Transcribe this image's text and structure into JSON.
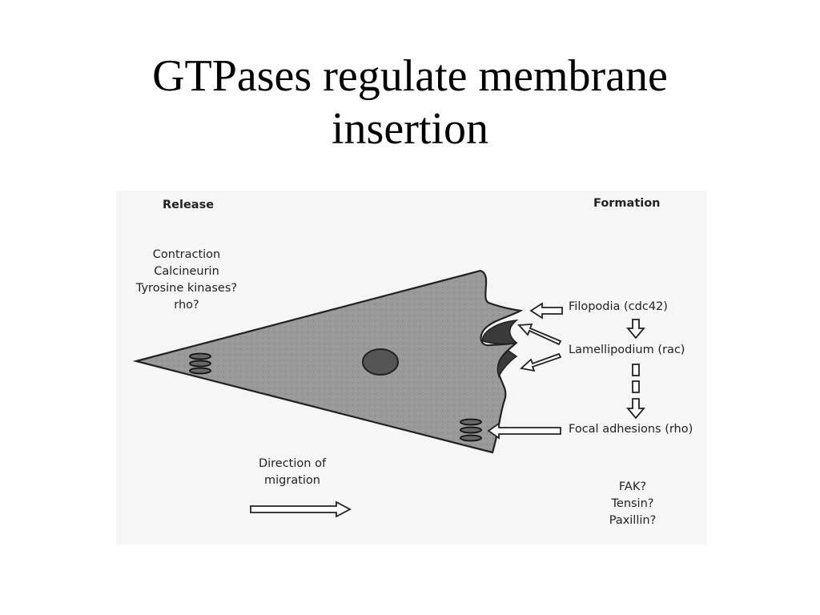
{
  "slide": {
    "title_line1": "GTPases regulate membrane",
    "title_line2": "insertion"
  },
  "diagram": {
    "release_heading": "Release",
    "formation_heading": "Formation",
    "release_factors": [
      "Contraction",
      "Calcineurin",
      "Tyrosine kinases?",
      "rho?"
    ],
    "filopodia": "Filopodia (cdc42)",
    "lamellipodium": "Lamellipodium (rac)",
    "focal_adhesions": "Focal adhesions (rho)",
    "direction_line1": "Direction of",
    "direction_line2": "migration",
    "adhesion_proteins": [
      "FAK?",
      "Tensin?",
      "Paxillin?"
    ]
  }
}
